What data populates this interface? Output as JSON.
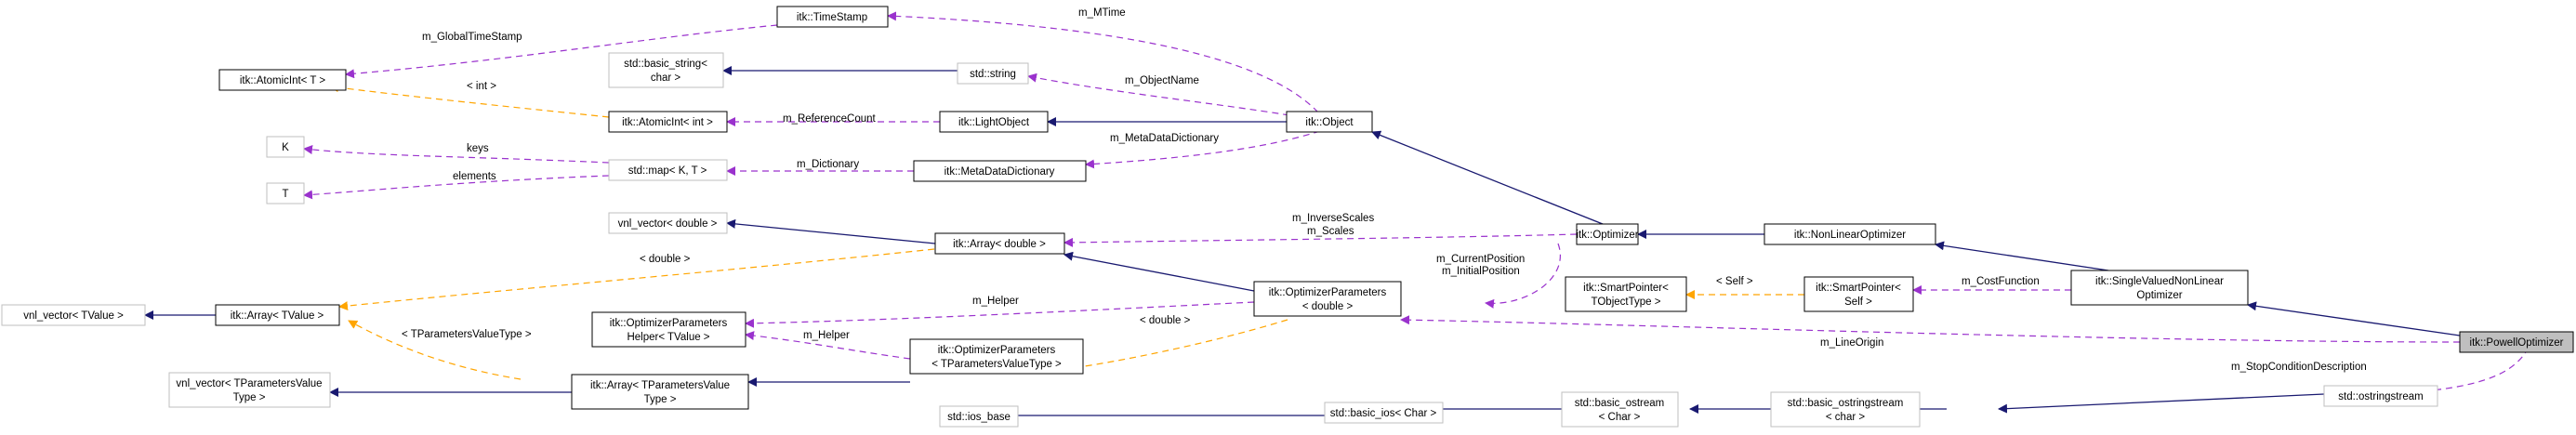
{
  "colors": {
    "inherit": "#191970",
    "usage": "#9a32cd",
    "template": "#ffa500",
    "node_border": "#000000",
    "external_border": "#bfbfbf",
    "focus_fill": "#bfbfbf"
  },
  "nodes": {
    "timestamp": "itk::TimeStamp",
    "atomicint_t": "itk::AtomicInt< T >",
    "basic_string": [
      "std::basic_string<",
      "char >"
    ],
    "std_string": "std::string",
    "atomicint_int": "itk::AtomicInt< int >",
    "lightobject": "itk::LightObject",
    "object": "itk::Object",
    "k": "K",
    "t": "T",
    "std_map": "std::map< K, T >",
    "metadatadictionary": "itk::MetaDataDictionary",
    "vnl_vector_double": "vnl_vector< double >",
    "array_double": "itk::Array< double >",
    "optimizer": "itk::Optimizer",
    "nonlinearoptimizer": "itk::NonLinearOptimizer",
    "vnl_vector_tvalue": "vnl_vector< TValue >",
    "array_tvalue": "itk::Array< TValue >",
    "optparams_helper": [
      "itk::OptimizerParameters",
      "Helper< TValue >"
    ],
    "optparams_double": [
      "itk::OptimizerParameters",
      "< double >"
    ],
    "smartpointer_tobject": [
      "itk::SmartPointer<",
      "TObjectType >"
    ],
    "smartpointer_self": [
      "itk::SmartPointer<",
      "Self >"
    ],
    "singlevalued": [
      "itk::SingleValuedNonLinear",
      "Optimizer"
    ],
    "powell": "itk::PowellOptimizer",
    "vnl_vector_tparams": [
      "vnl_vector< TParametersValue",
      "Type >"
    ],
    "array_tparams": [
      "itk::Array< TParametersValue",
      "Type >"
    ],
    "optparams_tparams": [
      "itk::OptimizerParameters",
      "< TParametersValueType >"
    ],
    "ios_base": "std::ios_base",
    "basic_ios": "std::basic_ios< Char >",
    "basic_ostream": [
      "std::basic_ostream",
      "< Char >"
    ],
    "basic_ostringstream": [
      "std::basic_ostringstream",
      "< char >"
    ],
    "ostringstream": "std::ostringstream"
  },
  "edge_labels": {
    "global_timestamp": "m_GlobalTimeStamp",
    "mtime": "m_MTime",
    "int_atomic": "< int >",
    "object_name": "m_ObjectName",
    "reference_count": "m_ReferenceCount",
    "metadata_dictionary": "m_MetaDataDictionary",
    "keys": "keys",
    "elements": "elements",
    "dictionary": "m_Dictionary",
    "inverse_scales": "m_InverseScales",
    "scales": "m_Scales",
    "double_array": "< double >",
    "current_position": "m_CurrentPosition",
    "initial_position": "m_InitialPosition",
    "self": "< Self >",
    "cost_function": "m_CostFunction",
    "helper_double": "m_Helper",
    "tparams_array": "< TParametersValueType >",
    "helper_tparams": "m_Helper",
    "double_optparams": "< double >",
    "line_origin": "m_LineOrigin",
    "stop_condition": "m_StopConditionDescription"
  }
}
